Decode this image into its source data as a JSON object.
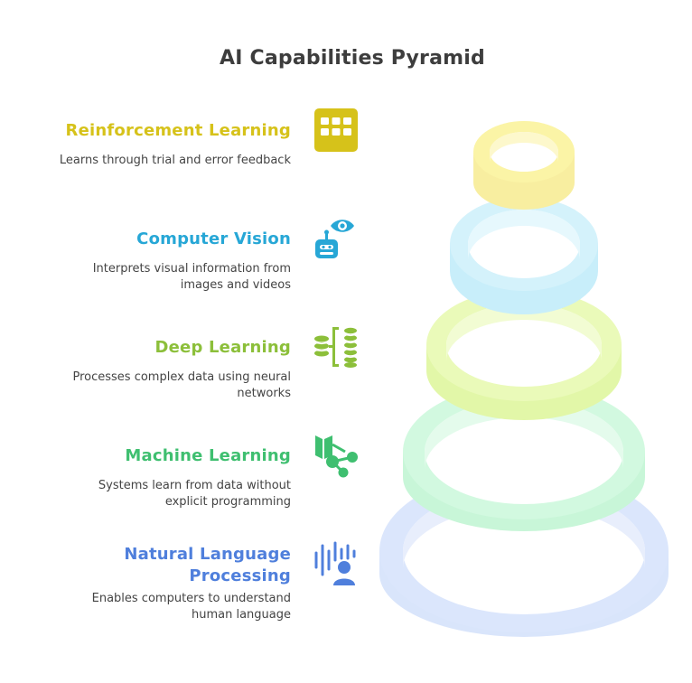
{
  "title": "AI Capabilities Pyramid",
  "items": [
    {
      "title": "Reinforcement Learning",
      "desc_lines": [
        "Learns through trial and error feedback"
      ],
      "color": "#d6c21a",
      "icon": "grid-icon"
    },
    {
      "title": "Computer Vision",
      "desc_lines": [
        "Interprets visual information from",
        "images and videos"
      ],
      "color": "#27a7d6",
      "icon": "robot-eye-icon"
    },
    {
      "title": "Deep Learning",
      "desc_lines": [
        "Processes complex data using neural",
        "networks"
      ],
      "color": "#8cbf3a",
      "icon": "database-stack-icon"
    },
    {
      "title": "Machine Learning",
      "desc_lines": [
        "Systems learn from data without",
        "explicit programming"
      ],
      "color": "#3fbf70",
      "icon": "share-network-icon"
    },
    {
      "title_lines": [
        "Natural Language",
        "Processing"
      ],
      "desc_lines": [
        "Enables computers to understand",
        "human language"
      ],
      "color": "#4f7fdc",
      "icon": "voice-person-icon"
    }
  ],
  "ring_colors": {
    "top": "#fbf4a6",
    "second": "#d4f2fb",
    "third": "#eafab9",
    "fourth": "#d2f9e0",
    "bottom": "#dbe6fc"
  }
}
